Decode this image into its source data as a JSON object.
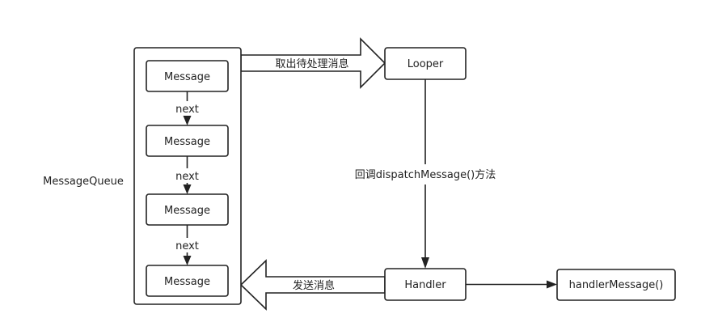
{
  "diagram": {
    "queue_label": "MessageQueue",
    "messages": [
      "Message",
      "Message",
      "Message",
      "Message"
    ],
    "next_labels": [
      "next",
      "next",
      "next"
    ],
    "looper": "Looper",
    "handler": "Handler",
    "handler_message": "handlerMessage()",
    "edge_take_message": "取出待处理消息",
    "edge_callback": "回调dispatchMessage()方法",
    "edge_send_message": "发送消息"
  }
}
